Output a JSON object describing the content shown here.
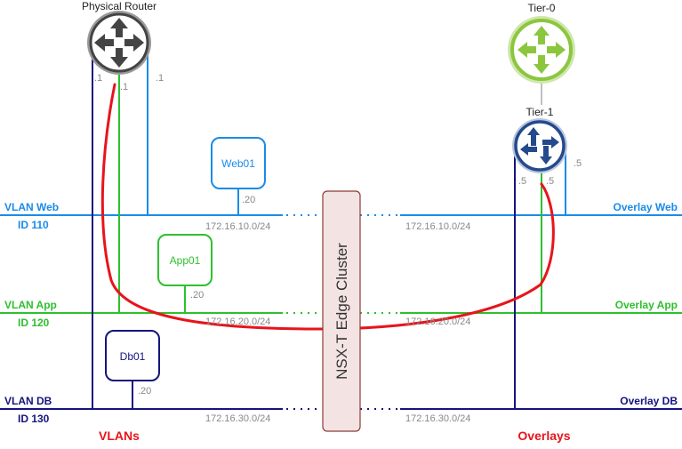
{
  "routers": {
    "physical": {
      "label": "Physical Router"
    },
    "tier0": {
      "label": "Tier-0"
    },
    "tier1": {
      "label": "Tier-1"
    }
  },
  "vlans": {
    "web": {
      "name": "VLAN Web",
      "id": "ID 110",
      "subnet": "172.16.10.0/24"
    },
    "app": {
      "name": "VLAN App",
      "id": "ID 120",
      "subnet": "172.16.20.0/24"
    },
    "db": {
      "name": "VLAN DB",
      "id": "ID 130",
      "subnet": "172.16.30.0/24"
    }
  },
  "overlays": {
    "web": {
      "name": "Overlay Web",
      "subnet": "172.16.10.0/24"
    },
    "app": {
      "name": "Overlay App",
      "subnet": "172.16.20.0/24"
    },
    "db": {
      "name": "Overlay DB",
      "subnet": "172.16.30.0/24"
    }
  },
  "vms": {
    "web01": {
      "label": "Web01",
      "ip": ".20"
    },
    "app01": {
      "label": "App01",
      "ip": ".20"
    },
    "db01": {
      "label": "Db01",
      "ip": ".20"
    }
  },
  "physical_ports": {
    "p1": ".1",
    "p2": ".1",
    "p3": ".1"
  },
  "tier1_ports": {
    "p1": ".5",
    "p2": ".5",
    "p3": ".5"
  },
  "edge_cluster": {
    "label": "NSX-T Edge Cluster"
  },
  "footer": {
    "left": "VLANs",
    "right": "Overlays"
  },
  "colors": {
    "web": "#1a8be8",
    "app": "#2ec02e",
    "db": "#14147e",
    "path": "#e8141b",
    "router_dark": "#444444",
    "tier0": "#8cc63f",
    "tier1": "#244a8c"
  }
}
